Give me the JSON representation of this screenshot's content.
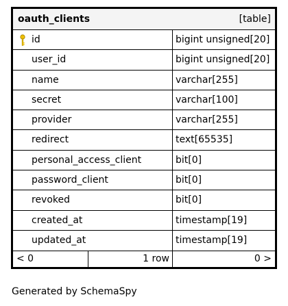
{
  "table": {
    "name": "oauth_clients",
    "kind": "[table]",
    "columns": [
      {
        "name": "id",
        "type": "bigint unsigned[20]",
        "primary_key": true
      },
      {
        "name": "user_id",
        "type": "bigint unsigned[20]"
      },
      {
        "name": "name",
        "type": "varchar[255]"
      },
      {
        "name": "secret",
        "type": "varchar[100]"
      },
      {
        "name": "provider",
        "type": "varchar[255]"
      },
      {
        "name": "redirect",
        "type": "text[65535]"
      },
      {
        "name": "personal_access_client",
        "type": "bit[0]"
      },
      {
        "name": "password_client",
        "type": "bit[0]"
      },
      {
        "name": "revoked",
        "type": "bit[0]"
      },
      {
        "name": "created_at",
        "type": "timestamp[19]"
      },
      {
        "name": "updated_at",
        "type": "timestamp[19]"
      }
    ],
    "footer": {
      "parents": "< 0",
      "rows": "1 row",
      "children": "0 >"
    }
  },
  "generated_by": "Generated by SchemaSpy",
  "colors": {
    "key_icon": "#f0c000",
    "header_bg": "#f4f4f4"
  }
}
